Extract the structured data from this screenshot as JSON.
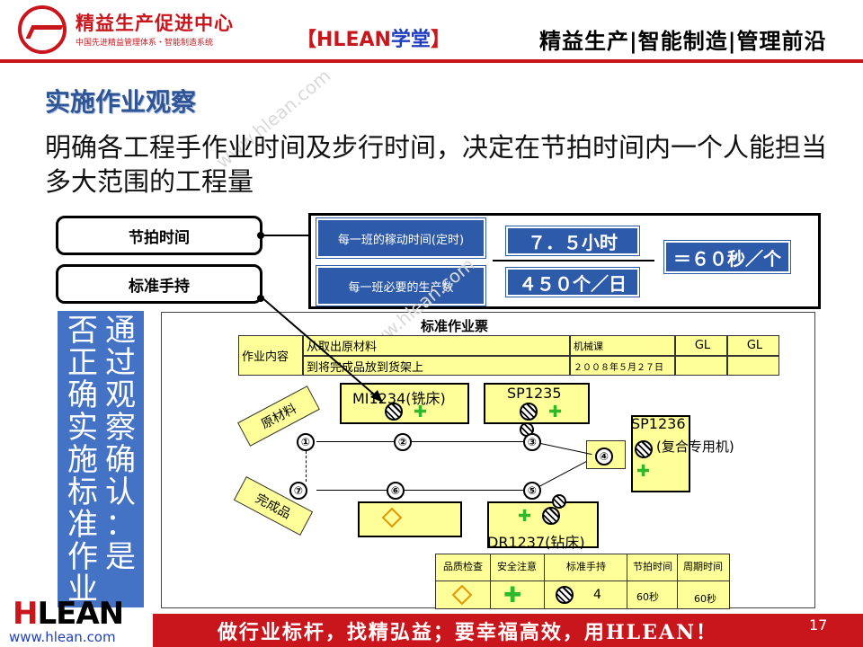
{
  "header": {
    "brand_name": "精益生产促进中心",
    "brand_subtitle": "中国先进精益管理体系・智能制造系统",
    "site_tag_left": "【",
    "site_tag_brand": "HLEAN",
    "site_tag_school": "学堂",
    "site_tag_right": "】",
    "slogan": "精益生产|智能制造|管理前沿"
  },
  "title": "实施作业观察",
  "subtitle": "明确各工程手作业时间及步行时间，决定在节拍时间内一个人能担当多大范围的工程量",
  "labels": {
    "takt_time": "节拍时间",
    "standard_wip": "标准手持"
  },
  "formula": {
    "op_time_label": "每一班的稼动时间(定时)",
    "req_qty_label": "每一班必要的生产数",
    "time_value": "７．５小时",
    "qty_value": "４５０个／日",
    "result": "＝６０秒／个"
  },
  "vertical_note": "通过观察确认：是否正确实施标准作业",
  "sheet": {
    "title": "标准作业票",
    "content_label": "作业内容",
    "from_text": "从取出原材料",
    "to_text": "到将完成品放到货架上",
    "dept": "机械课",
    "date": "２００８年５月２７日",
    "gl1": "GL",
    "gl2": "GL",
    "raw_material": "原材料",
    "finished_goods": "完成品",
    "machines": {
      "m1": "MI1234(铣床)",
      "m2": "SP1235",
      "m3": "SP1236",
      "m3_sub": "(复合专用机)",
      "m4": "DR1237(钻床)"
    },
    "steps": [
      "①",
      "②",
      "③",
      "④",
      "⑤",
      "⑥",
      "⑦"
    ],
    "legend_headers": [
      "品质检查",
      "安全注意",
      "标准手持",
      "节拍时间",
      "周期时间"
    ],
    "legend_values": {
      "wip": "4",
      "takt": "60秒",
      "cycle": "60秒"
    }
  },
  "watermark": "www.hlean.com",
  "footer": {
    "slogan": "做行业标杆，找精弘益；要幸福高效，用HLEAN！",
    "page_number": "17",
    "logo_h": "H",
    "logo_rest": "LEAN",
    "url": "www.hlean.com"
  },
  "colors": {
    "brand_red": "#c9161d",
    "title_blue": "#2f5597",
    "box_blue": "#2e5aaa",
    "sheet_yellow": "#ffff99"
  }
}
